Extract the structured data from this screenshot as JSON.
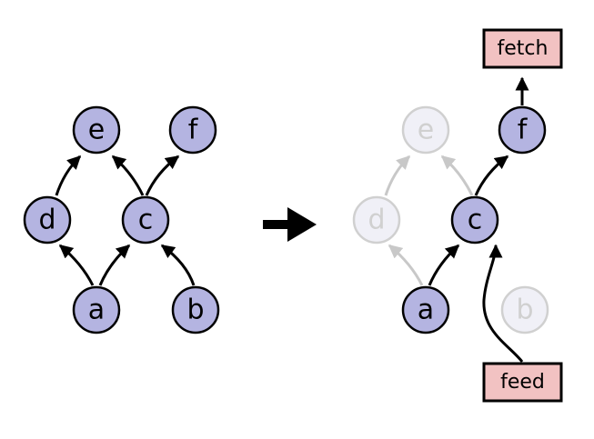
{
  "colors": {
    "node_fill": "#b4b4e1",
    "node_stroke": "#000000",
    "faded_fill": "#f0f0f7",
    "faded_stroke": "#d0d0d0",
    "faded_text": "#d0d0d0",
    "box_fill": "#f2c2c2",
    "box_stroke": "#000000",
    "edge": "#000000",
    "faded_edge": "#c8c8c8"
  },
  "left_graph": {
    "nodes": {
      "e": "e",
      "f": "f",
      "d": "d",
      "c": "c",
      "a": "a",
      "b": "b"
    }
  },
  "transform_arrow": "right-arrow-icon",
  "right_graph": {
    "nodes": {
      "e": "e",
      "f": "f",
      "d": "d",
      "c": "c",
      "a": "a",
      "b": "b"
    },
    "fetch_label": "fetch",
    "feed_label": "feed"
  }
}
